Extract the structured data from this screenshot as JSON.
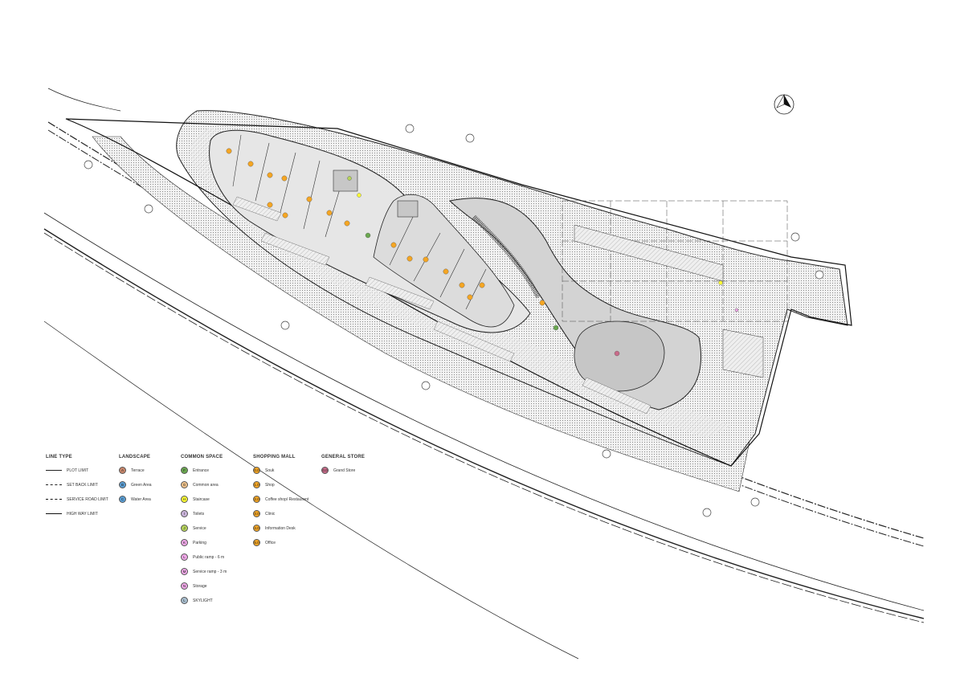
{
  "legend": {
    "line_type": {
      "title": "LINE TYPE",
      "items": [
        {
          "label": "PLOT LIMIT",
          "style": "solid"
        },
        {
          "label": "SET BACK LIMIT",
          "style": "dash"
        },
        {
          "label": "SERVICE ROAD LIMIT",
          "style": "dashdot"
        },
        {
          "label": "HIGH WAY LIMIT",
          "style": "long"
        }
      ]
    },
    "landscape": {
      "title": "LANDSCAPE",
      "items": [
        {
          "code": "A",
          "label": "Terrace",
          "color": "#c9876b"
        },
        {
          "code": "B",
          "label": "Green Area",
          "color": "#5aa0d8"
        },
        {
          "code": "C",
          "label": "Water Area",
          "color": "#5aa0d8"
        }
      ]
    },
    "common_space": {
      "title": "COMMON SPACE",
      "items": [
        {
          "code": "F",
          "label": "Entrance",
          "color": "#6aa84f"
        },
        {
          "code": "G",
          "label": "Common area",
          "color": "#f2c48c"
        },
        {
          "code": "H",
          "label": "Staircase",
          "color": "#ffff33"
        },
        {
          "code": "I",
          "label": "Toilets",
          "color": "#c9b3d9"
        },
        {
          "code": "J",
          "label": "Service",
          "color": "#b5d35a"
        },
        {
          "code": "K",
          "label": "Parking",
          "color": "#f0a8e8"
        },
        {
          "code": "L",
          "label": "Public ramp - 6 m",
          "color": "#f0a8e8"
        },
        {
          "code": "M",
          "label": "Service ramp - 3 m",
          "color": "#f0a8e8"
        },
        {
          "code": "N",
          "label": "Storage",
          "color": "#f0a8e8"
        },
        {
          "code": "L",
          "label": "SKYLIGHT",
          "color": "#a9bfd0"
        }
      ]
    },
    "shopping_mall": {
      "title": "SHOPPING MALL",
      "items": [
        {
          "code": "0.0",
          "label": "Souk",
          "color": "#f5a623"
        },
        {
          "code": "1.0",
          "label": "Shop",
          "color": "#f5a623"
        },
        {
          "code": "2.0",
          "label": "Coffee shop/ Restaurant",
          "color": "#f5a623"
        },
        {
          "code": "3.0",
          "label": "Clinic",
          "color": "#f5a623"
        },
        {
          "code": "4.0",
          "label": "Information Desk",
          "color": "#f5a623"
        },
        {
          "code": "5.0",
          "label": "Office",
          "color": "#f5a623"
        }
      ]
    },
    "general_store": {
      "title": "GENERAL STORE",
      "items": [
        {
          "code": "0.0",
          "label": "Grand Store",
          "color": "#c96b8a"
        }
      ]
    }
  },
  "colors": {
    "hatch": "#d6d6d6",
    "building": "#e8e8e8",
    "roof": "#cfcfcf",
    "line": "#222222",
    "shop_marker": "#f5a623",
    "entrance_marker": "#6aa84f",
    "store_marker": "#c96b8a"
  }
}
